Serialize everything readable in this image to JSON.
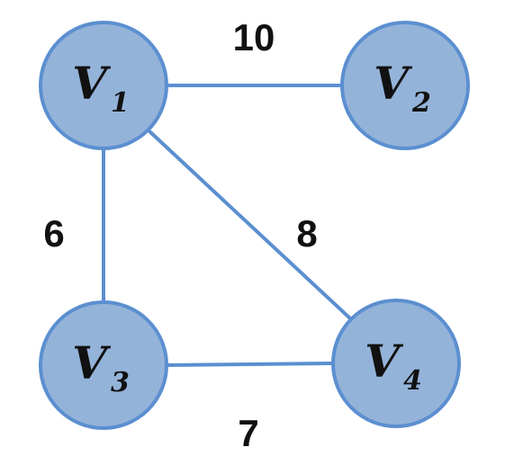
{
  "graph": {
    "nodes": [
      {
        "id": "v1",
        "letter": "V",
        "subscript": "1"
      },
      {
        "id": "v2",
        "letter": "V",
        "subscript": "2"
      },
      {
        "id": "v3",
        "letter": "V",
        "subscript": "3"
      },
      {
        "id": "v4",
        "letter": "V",
        "subscript": "4"
      }
    ],
    "edges": [
      {
        "from": "v1",
        "to": "v2",
        "weight": "10"
      },
      {
        "from": "v1",
        "to": "v3",
        "weight": "6"
      },
      {
        "from": "v1",
        "to": "v4",
        "weight": "8"
      },
      {
        "from": "v3",
        "to": "v4",
        "weight": "7"
      }
    ],
    "colors": {
      "node_fill": "#94b3d9",
      "node_stroke": "#5b8fd0",
      "edge": "#5b8fd0",
      "text": "#111111"
    }
  }
}
